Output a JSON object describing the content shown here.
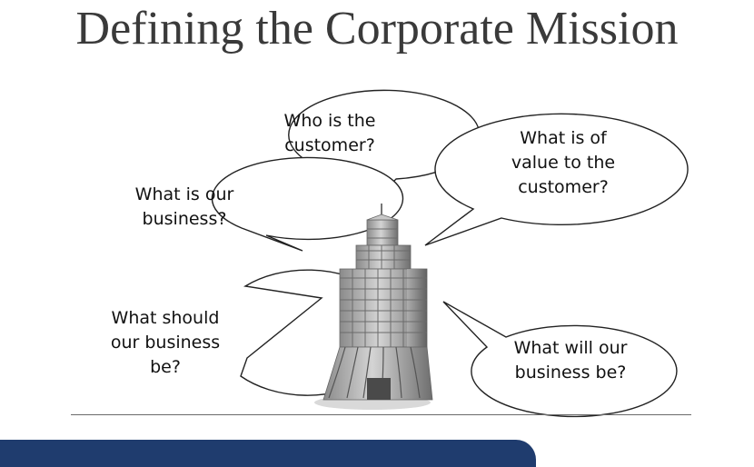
{
  "title": "Defining the Corporate Mission",
  "bubbles": {
    "customer_who": [
      "Who is the",
      "customer?"
    ],
    "value": [
      "What is of",
      "value to the",
      "customer?"
    ],
    "business": [
      "What is our",
      "business?"
    ],
    "should_be": [
      "What should",
      "our business",
      "be?"
    ],
    "will_be": [
      "What will our",
      "business be?"
    ]
  },
  "colors": {
    "footer_bar": "#1f3c6e",
    "bubble_stroke": "#222222",
    "title": "#3a3a3a"
  },
  "icons": {
    "center": "office-building-icon"
  }
}
